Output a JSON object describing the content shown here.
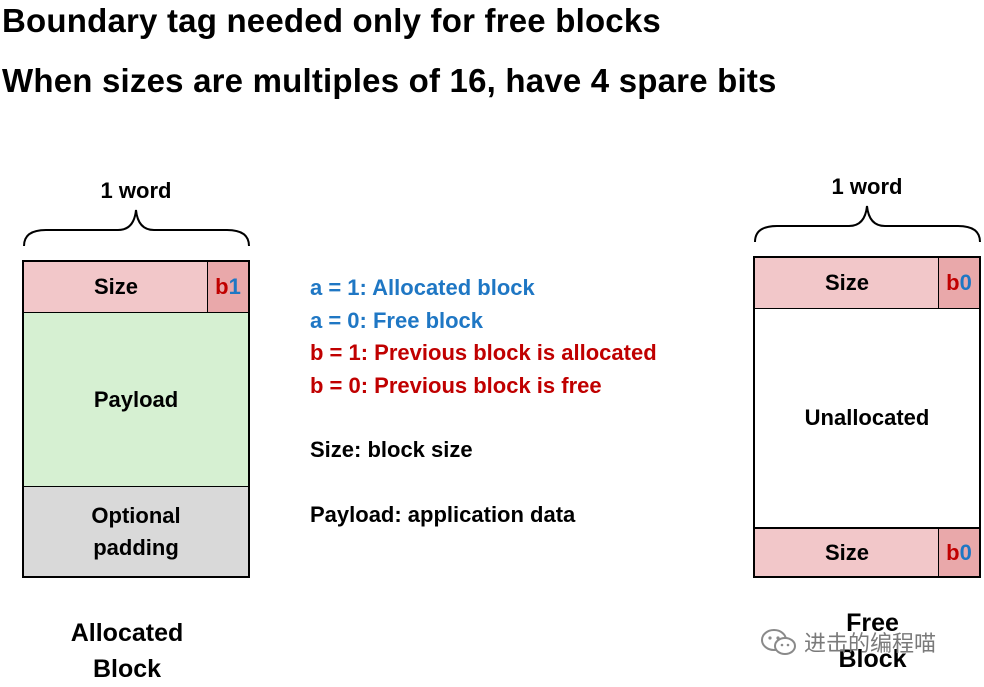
{
  "headline": {
    "line1": "Boundary tag needed only for free blocks",
    "line2": "When sizes are multiples of 16, have 4 spare bits"
  },
  "allocated_block": {
    "word_label": "1 word",
    "size_label": "Size",
    "bit_b": "b",
    "bit_a": "1",
    "payload_label": "Payload",
    "padding_line1": "Optional",
    "padding_line2": "padding",
    "caption_line1": "Allocated",
    "caption_line2": "Block"
  },
  "free_block": {
    "word_label": "1 word",
    "header_size_label": "Size",
    "header_bit_b": "b",
    "header_bit_a": "0",
    "unallocated_label": "Unallocated",
    "footer_size_label": "Size",
    "footer_bit_b": "b",
    "footer_bit_a": "0",
    "caption_line1": "Free",
    "caption_line2": "Block"
  },
  "legend": {
    "a1": "a = 1: Allocated block",
    "a0": "a = 0: Free block",
    "b1": "b = 1: Previous block is allocated",
    "b0": "b = 0: Previous block is free",
    "size": "Size: block size",
    "payload": "Payload: application data"
  },
  "watermark": {
    "text": "进击的编程喵"
  },
  "colors": {
    "size_fill": "#f2c7c9",
    "bit_fill": "#e9a8aa",
    "payload_fill": "#d6f0d2",
    "padding_fill": "#d9d9d9",
    "b_color": "#c00000",
    "a_color": "#1f77c4"
  }
}
